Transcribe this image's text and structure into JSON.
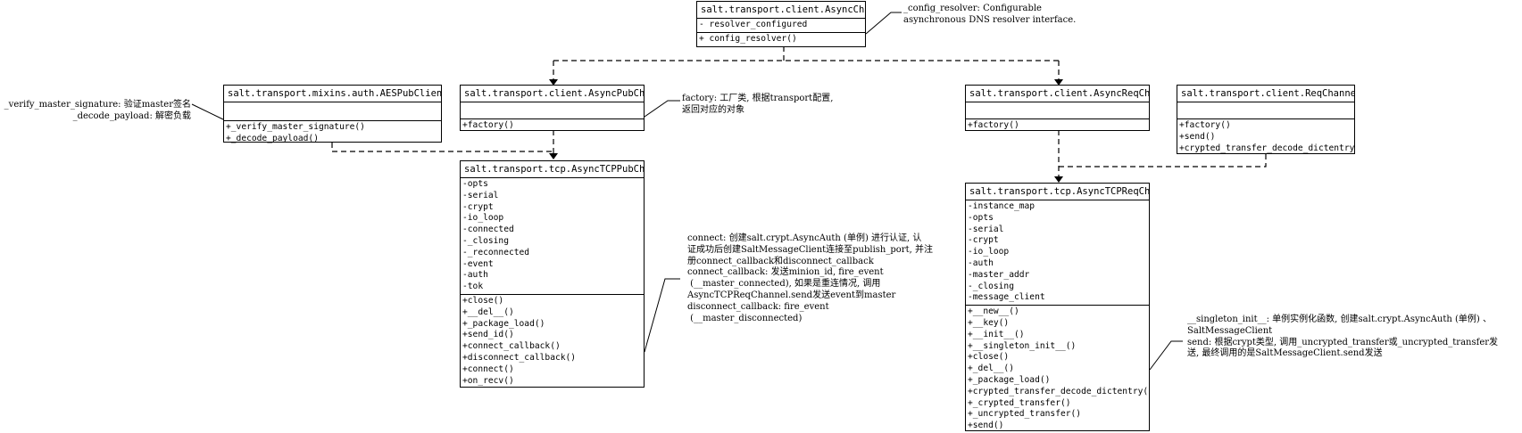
{
  "classes": {
    "async_channel": {
      "name": "salt.transport.client.AsyncChannel",
      "attributes": [
        "- resolver_configured"
      ],
      "methods": [
        "+ config_resolver()"
      ]
    },
    "aes_mixin": {
      "name": "salt.transport.mixins.auth.AESPubClientMixin",
      "attributes": [],
      "methods": [
        "+_verify_master_signature()",
        "+_decode_payload()"
      ]
    },
    "async_pub": {
      "name": "salt.transport.client.AsyncPubChannel",
      "attributes": [],
      "methods": [
        "+factory()"
      ]
    },
    "async_req": {
      "name": "salt.transport.client.AsyncReqChannel",
      "attributes": [],
      "methods": [
        "+factory()"
      ]
    },
    "req_channel": {
      "name": "salt.transport.client.ReqChannel",
      "attributes": [],
      "methods": [
        "+factory()",
        "+send()",
        "+crypted_transfer_decode_dictentry()"
      ]
    },
    "tcp_pub": {
      "name": "salt.transport.tcp.AsyncTCPPubChannel",
      "attributes": [
        "-opts",
        "-serial",
        "-crypt",
        "-io_loop",
        "-connected",
        "-_closing",
        "-_reconnected",
        "-event",
        "-auth",
        "-tok"
      ],
      "methods": [
        "+close()",
        "+__del__()",
        "+_package_load()",
        "+send_id()",
        "+connect_callback()",
        "+disconnect_callback()",
        "+connect()",
        "+on_recv()"
      ]
    },
    "tcp_req": {
      "name": "salt.transport.tcp.AsyncTCPReqChannel",
      "attributes": [
        "-instance_map",
        "-opts",
        "-serial",
        "-crypt",
        "-io_loop",
        "-auth",
        "-master_addr",
        "-_closing",
        "-message_client"
      ],
      "methods": [
        "+__new__()",
        "+__key()",
        "+__init__()",
        "+__singleton_init__()",
        "+close()",
        "+_del__()",
        "+_package_load()",
        "+crypted_transfer_decode_dictentry()",
        "+_crypted_transfer()",
        "+_uncrypted_transfer()",
        "+send()"
      ]
    }
  },
  "notes": {
    "config_resolver": "_config_resolver: Configurable\nasynchronous DNS resolver interface.",
    "mixin": "_verify_master_signature: 验证master签名\n_decode_payload: 解密负载",
    "factory": "factory: 工厂类, 根据transport配置,\n返回对应的对象",
    "connect": "connect: 创建salt.crypt.AsyncAuth (单例) 进行认证, 认\n证成功后创建SaltMessageClient连接至publish_port, 并注\n册connect_callback和disconnect_callback\nconnect_callback: 发送minion_id, fire_event\n (__master_connected), 如果是重连情况, 调用\nAsyncTCPReqChannel.send发送event到master\ndisconnect_callback: fire_event\n (__master_disconnected)",
    "singleton": "__singleton_init__: 单例实例化函数, 创建salt.crypt.AsyncAuth (单例) 、\nSaltMessageClient\nsend: 根据crypt类型, 调用_uncrypted_transfer或_uncrypted_transfer发\n送, 最终调用的是SaltMessageClient.send发送"
  }
}
